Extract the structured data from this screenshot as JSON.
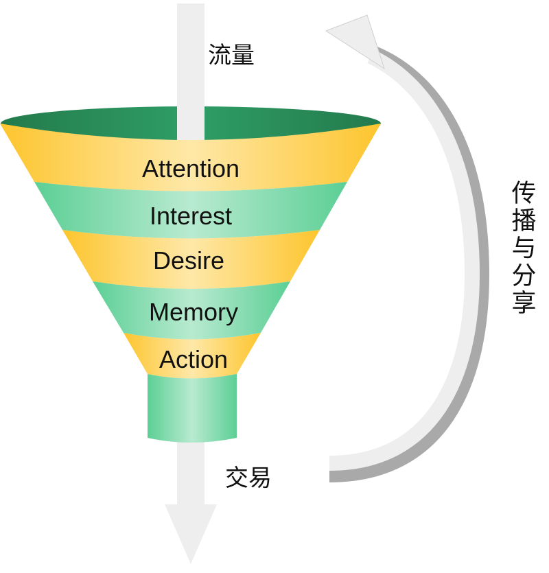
{
  "title": "AIDMA funnel",
  "labels": {
    "top": "流量",
    "bottom": "交易",
    "side": "传播与分享"
  },
  "stages": [
    {
      "label": "Attention",
      "color": "yellow"
    },
    {
      "label": "Interest",
      "color": "green"
    },
    {
      "label": "Desire",
      "color": "yellow"
    },
    {
      "label": "Memory",
      "color": "green"
    },
    {
      "label": "Action",
      "color": "yellow"
    }
  ],
  "colors": {
    "yellow_edge": "#fdc52e",
    "yellow_mid": "#fee8a8",
    "green_edge": "#5ccf95",
    "green_mid": "#b8ead0",
    "rim_dark": "#237a4c",
    "rim_mid": "#2f9e66",
    "arrow": "#eeeeee",
    "arrow_shadow": "#a9a9a9"
  }
}
